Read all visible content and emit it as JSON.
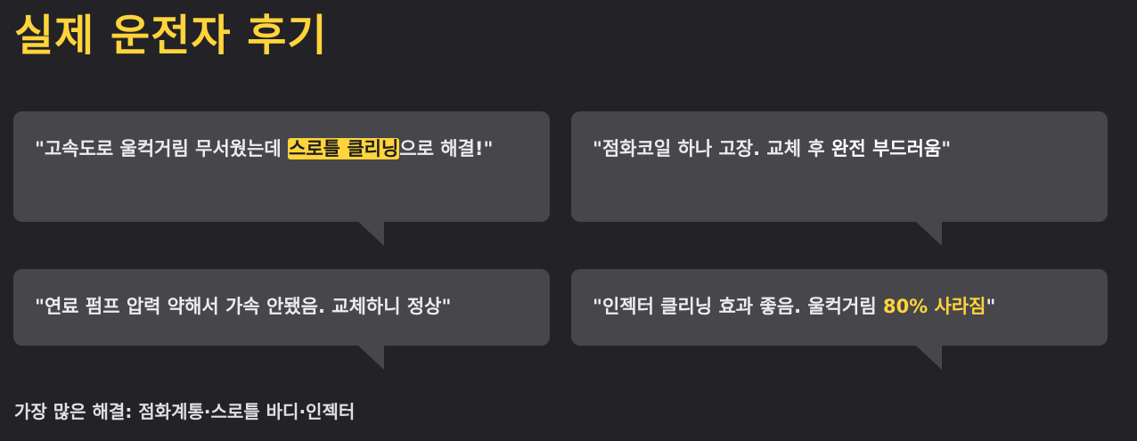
{
  "title": "실제 운전자 후기",
  "reviews": [
    {
      "pre": "\"고속도로 울컥거림 무서웠는데 ",
      "highlight": "스로틀 클리닝",
      "post": "으로 해결!\""
    },
    {
      "pre": "\"점화코일 하나 고장. 교체 후 ",
      "emphasis": "완전 부드러움",
      "post": "\""
    },
    {
      "text": "\"연료 펌프 압력 약해서 가속 안됐음. 교체하니 정상\""
    },
    {
      "pre": "\"인젝터 클리닝 효과 좋음. 울컥거림 ",
      "accent": "80% 사라짐",
      "post": "\""
    }
  ],
  "footer": "가장 많은 해결: 점화계통·스로틀 바디·인젝터",
  "colors": {
    "accent": "#ffd43b",
    "background": "#232227",
    "bubble": "#47464b"
  }
}
